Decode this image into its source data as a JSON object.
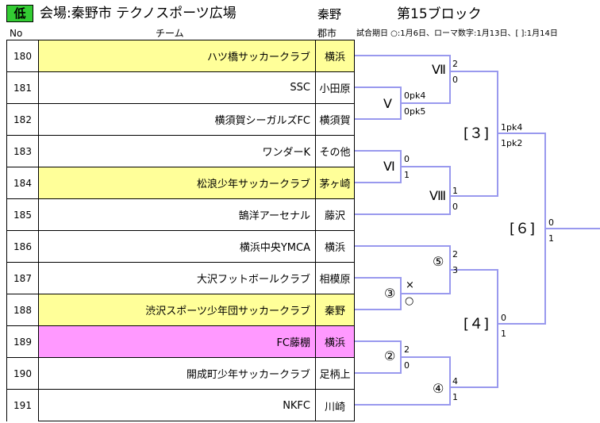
{
  "header": {
    "level": "低",
    "venue": "会場:秦野市 テクノスポーツ広場",
    "region": "秦野",
    "block": "第15ブロック",
    "col_no": "No",
    "col_team": "チーム",
    "col_city": "郡市",
    "match_dates": "試合期日 ○:1月6日、ローマ数字:1月13日、[ ]:1月14日"
  },
  "teams": [
    {
      "no": "180",
      "name": "ハツ橋サッカークラブ",
      "city": "横浜"
    },
    {
      "no": "181",
      "name": "SSC",
      "city": "小田原"
    },
    {
      "no": "182",
      "name": "横須賀シーガルズFC",
      "city": "横須賀"
    },
    {
      "no": "183",
      "name": "ワンダーK",
      "city": "その他"
    },
    {
      "no": "184",
      "name": "松浪少年サッカークラブ",
      "city": "茅ヶ崎"
    },
    {
      "no": "185",
      "name": "鵠洋アーセナル",
      "city": "藤沢"
    },
    {
      "no": "186",
      "name": "横浜中央YMCA",
      "city": "横浜"
    },
    {
      "no": "187",
      "name": "大沢フットボールクラブ",
      "city": "相模原"
    },
    {
      "no": "188",
      "name": "渋沢スポーツ少年団サッカークラブ",
      "city": "秦野"
    },
    {
      "no": "189",
      "name": "FC藤棚",
      "city": "横浜"
    },
    {
      "no": "190",
      "name": "開成町少年サッカークラブ",
      "city": "足柄上"
    },
    {
      "no": "191",
      "name": "NKFC",
      "city": "川崎"
    }
  ],
  "colors": {
    "highlight_yellow": "#ffff99",
    "highlight_pink": "#ff99ff",
    "bracket_line": "#9999ee",
    "level_badge": "#33cc33"
  },
  "bracket": {
    "m_v": "Ⅴ",
    "m_v_score_top": "0pk4",
    "m_v_score_bottom": "0pk5",
    "m_vi": "Ⅵ",
    "m_vi_score_top": "0",
    "m_vi_score_bottom": "1",
    "m_vii": "Ⅶ",
    "m_vii_score_top": "2",
    "m_vii_score_bottom": "0",
    "m_viii": "Ⅷ",
    "m_viii_score_top": "1",
    "m_viii_score_bottom": "0",
    "m_3": "[３]",
    "m_3_score_top": "1pk4",
    "m_3_score_bottom": "1pk2",
    "m_circle3": "③",
    "m_circle3_top": "×",
    "m_circle3_bottom": "○",
    "m_circle5": "⑤",
    "m_circle5_top": "2",
    "m_circle5_bottom": "3",
    "m_circle2": "②",
    "m_circle2_top": "2",
    "m_circle2_bottom": "0",
    "m_circle4": "④",
    "m_circle4_top": "4",
    "m_circle4_bottom": "1",
    "m_4": "[４]",
    "m_4_score_top": "0",
    "m_4_score_bottom": "1",
    "m_6": "[６]",
    "m_6_score_top": "0",
    "m_6_score_bottom": "1"
  }
}
